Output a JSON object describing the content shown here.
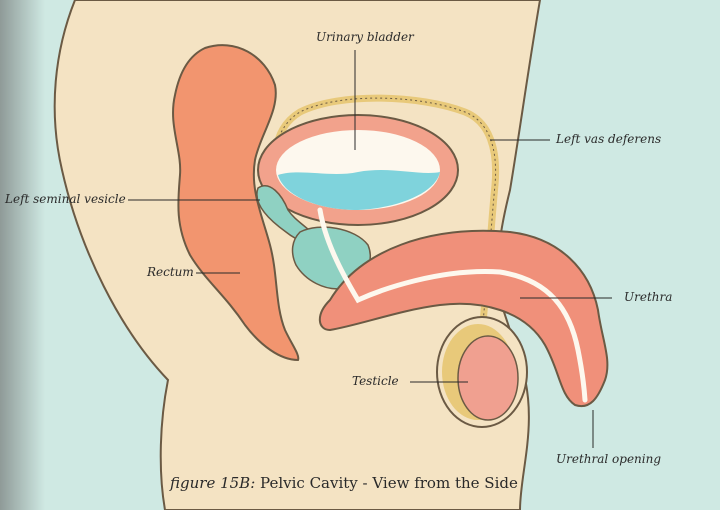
{
  "labels": {
    "urinary_bladder": "Urinary bladder",
    "left_vas_deferens": "Left vas deferens",
    "left_seminal_vesicle": "Left seminal vesicle",
    "rectum": "Rectum",
    "urethra": "Urethra",
    "testicle": "Testicle",
    "urethral_opening": "Urethral opening"
  },
  "caption": {
    "figure": "figure 15B:",
    "title": "Pelvic Cavity - View from the Side"
  },
  "colors": {
    "background": "#cfe9e3",
    "body": "#f4e3c3",
    "outline": "#6b5a44",
    "tissue": "#f0907a",
    "bladder_wall": "#f2a28c",
    "urine": "#7fd3dc",
    "gland": "#8fd1c2",
    "duct": "#f1d58a"
  }
}
